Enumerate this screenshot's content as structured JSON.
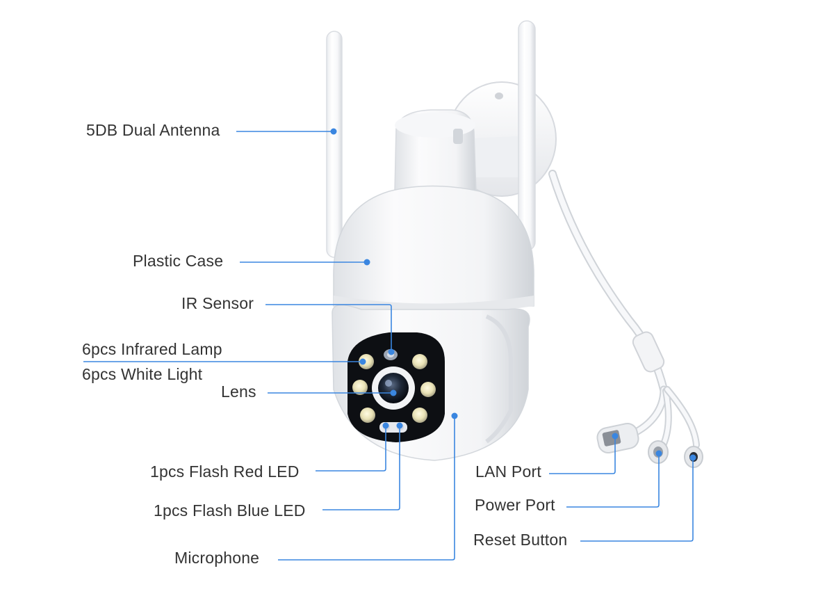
{
  "accent_color": "#3a86e0",
  "callouts": {
    "antenna": "5DB Dual Antenna",
    "case": "Plastic Case",
    "ir_sensor": "IR Sensor",
    "infrared": "6pcs Infrared Lamp",
    "white_light": "6pcs White Light",
    "lens": "Lens",
    "red_led": "1pcs Flash Red LED",
    "blue_led": "1pcs Flash Blue LED",
    "microphone": "Microphone",
    "lan_port": "LAN Port",
    "power_port": "Power Port",
    "reset_button": "Reset Button"
  }
}
